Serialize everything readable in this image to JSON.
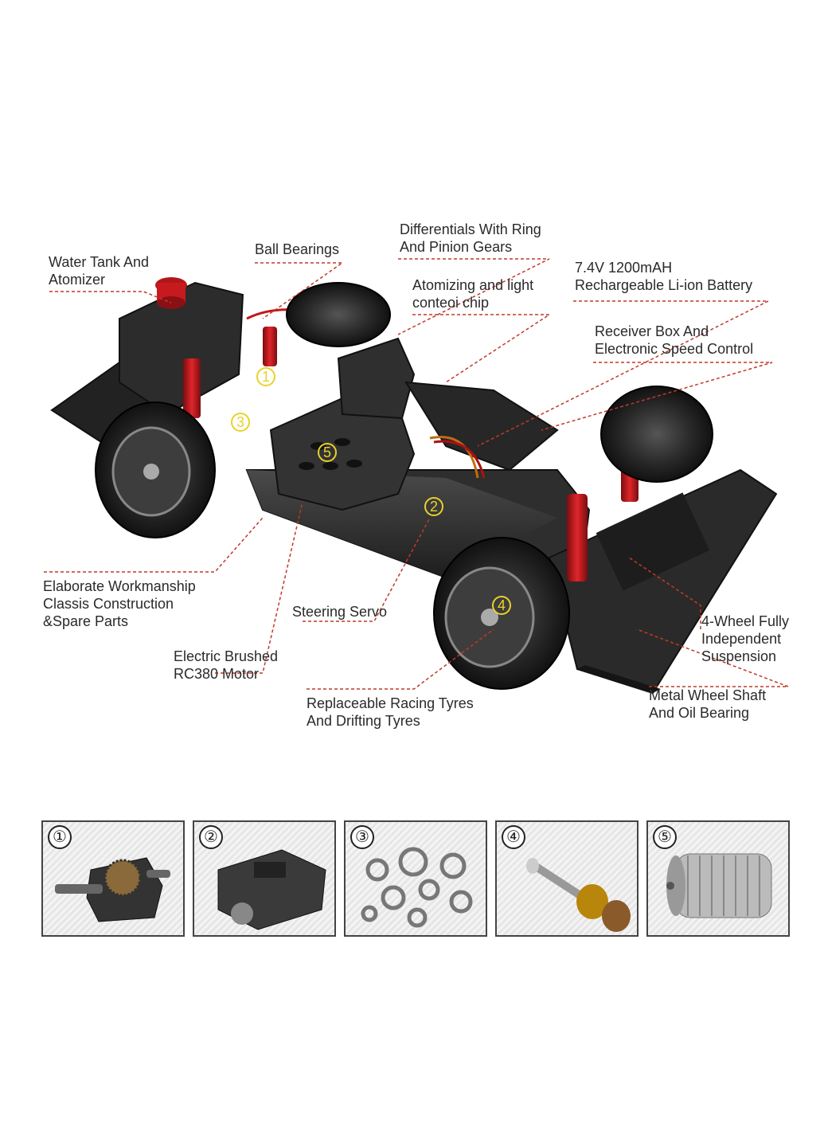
{
  "callouts": {
    "water_tank": [
      "Water Tank And",
      "Atomizer"
    ],
    "ball_bearings": [
      "Ball Bearings"
    ],
    "differentials": [
      "Differentials With Ring",
      "And Pinion Gears"
    ],
    "atomizing_chip": [
      "Atomizing and light",
      "conteoi chip"
    ],
    "battery": [
      "7.4V 1200mAH",
      "Rechargeable Li-ion Battery"
    ],
    "receiver": [
      "Receiver Box And",
      "Electronic Speed Control"
    ],
    "workmanship": [
      "Elaborate Workmanship",
      "Classis Construction",
      "&Spare Parts"
    ],
    "steering": [
      "Steering Servo"
    ],
    "motor": [
      "Electric Brushed",
      "RC380 Motor"
    ],
    "tyres": [
      "Replaceable Racing Tyres",
      "And Drifting Tyres"
    ],
    "suspension": [
      "4-Wheel Fully",
      "Independent",
      "Suspension"
    ],
    "wheel_shaft": [
      "Metal Wheel Shaft",
      "And Oil Bearing"
    ]
  },
  "markers": [
    "①",
    "②",
    "③",
    "④",
    "⑤"
  ],
  "thumbnails": [
    {
      "number": "①",
      "icon": "differential-gearbox-icon"
    },
    {
      "number": "②",
      "icon": "steering-servo-icon"
    },
    {
      "number": "③",
      "icon": "ball-bearings-icon"
    },
    {
      "number": "④",
      "icon": "wheel-shaft-icon"
    },
    {
      "number": "⑤",
      "icon": "brushed-motor-icon"
    }
  ],
  "colors": {
    "leader_line": "#c0392b",
    "chassis": "#2b2b2b",
    "shock": "#c0181c",
    "marker": "#e8d22a"
  }
}
